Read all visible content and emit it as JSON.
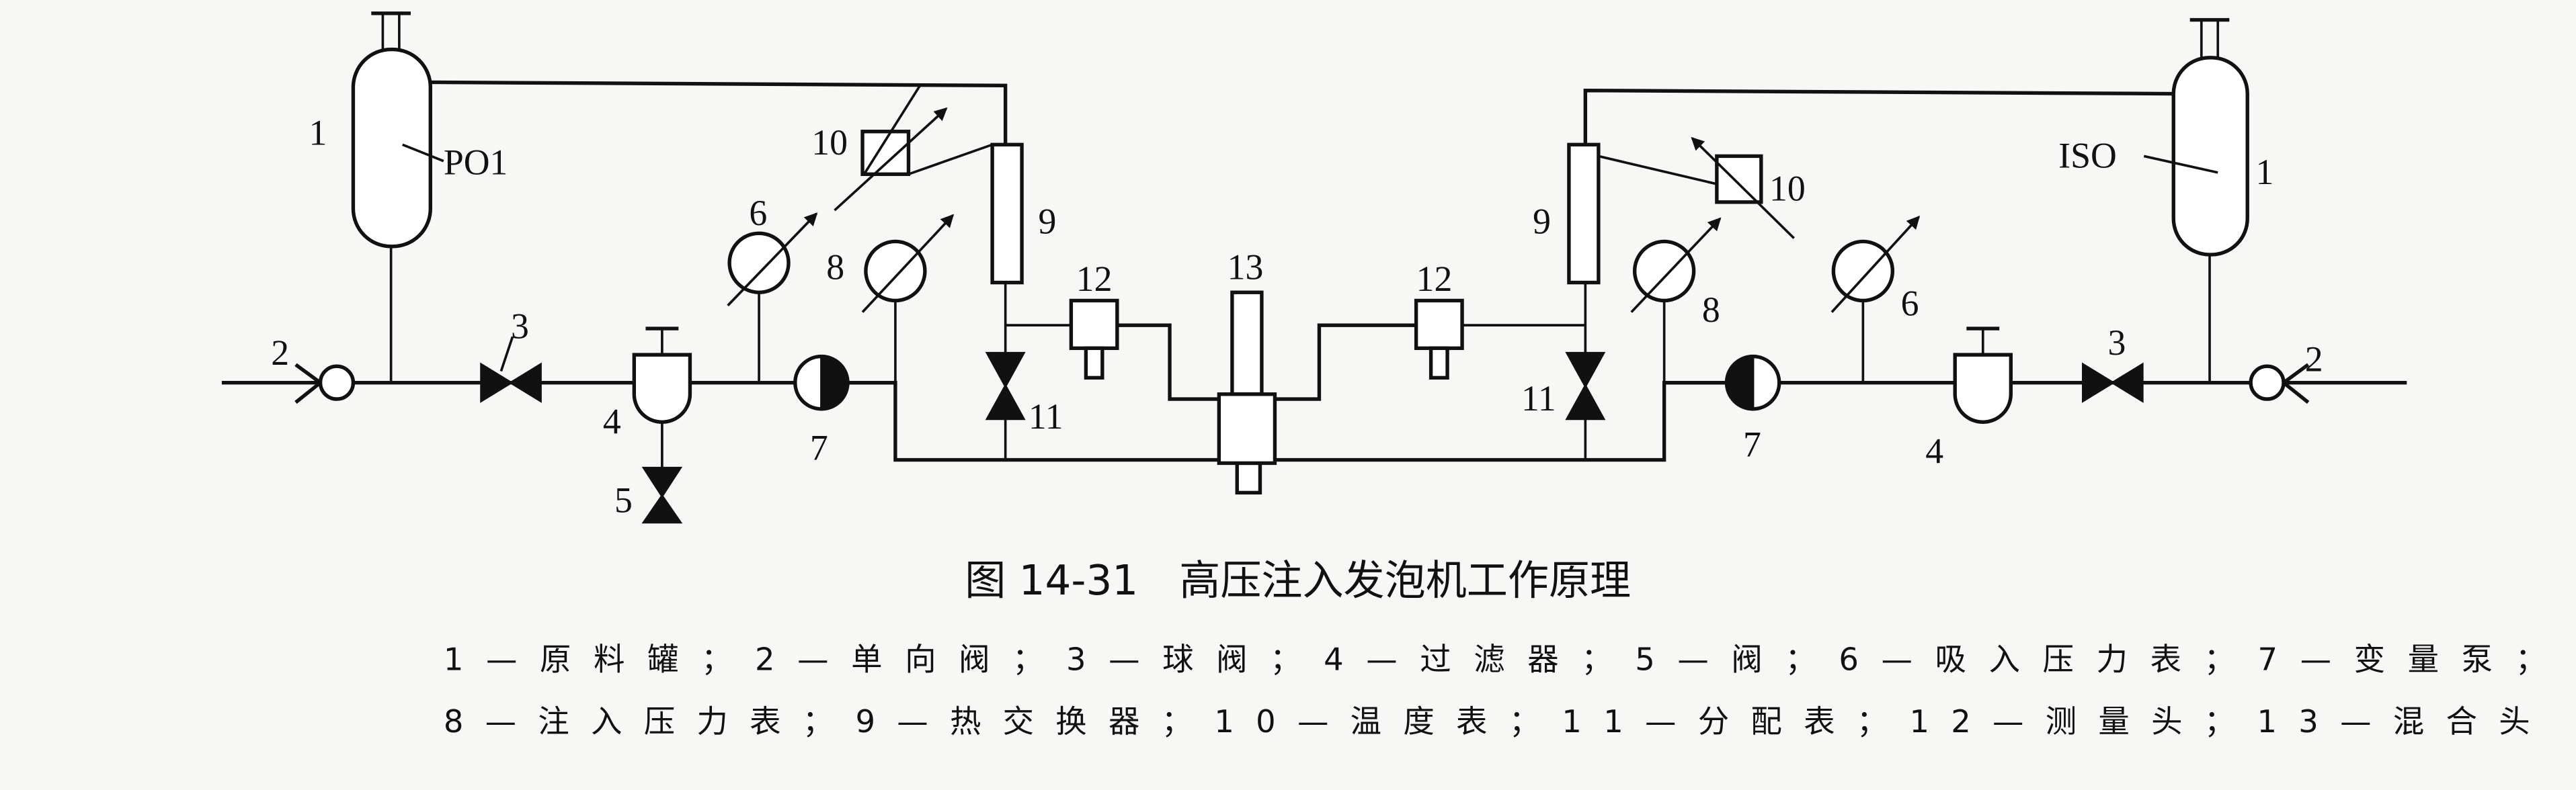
{
  "figure": {
    "caption": "图 14-31　高压注入发泡机工作原理",
    "legend_line1": "1—原料罐；2—单向阀；3—球阀；4—过滤器；5—阀；6—吸入压力表；7—变量泵；",
    "legend_line2": "8—注入压力表；9—热交换器；10—温度表；11—分配表；12—测量头；13—混合头"
  },
  "labels": {
    "tank_left": "PO1",
    "tank_right": "ISO",
    "n1": "1",
    "n2": "2",
    "n3": "3",
    "n4": "4",
    "n5": "5",
    "n6": "6",
    "n7": "7",
    "n8": "8",
    "n9": "9",
    "n10": "10",
    "n11": "11",
    "n12": "12",
    "n13": "13"
  }
}
